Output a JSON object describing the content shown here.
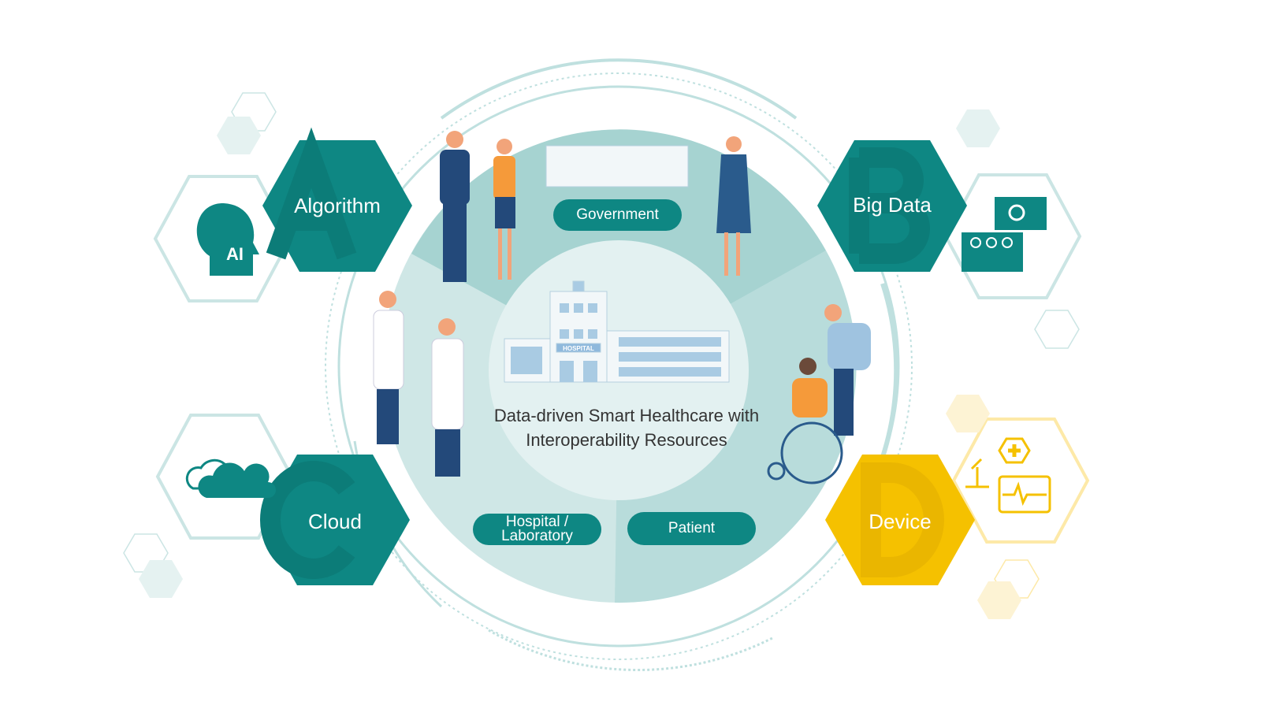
{
  "title": "Data-driven Smart Healthcare with Interoperability Resources",
  "hexagons": {
    "algorithm": {
      "label": "Algorithm",
      "letter": "A",
      "icon": "ai-head-icon",
      "icon_text": "AI"
    },
    "big_data": {
      "label": "Big Data",
      "letter": "B",
      "icon": "dashboard-icon"
    },
    "cloud": {
      "label": "Cloud",
      "letter": "C",
      "icon": "cloud-icon"
    },
    "device": {
      "label": "Device",
      "letter": "D",
      "icon": "medical-device-icon"
    }
  },
  "sectors": {
    "government": "Government",
    "hospital": "Hospital / Laboratory",
    "patient": "Patient"
  },
  "building_sign": "HOSPITAL",
  "colors": {
    "teal": "#0e8783",
    "yellow": "#f5c100",
    "light_teal": "#cfe7e6",
    "mid_teal": "#a6d3d1"
  }
}
